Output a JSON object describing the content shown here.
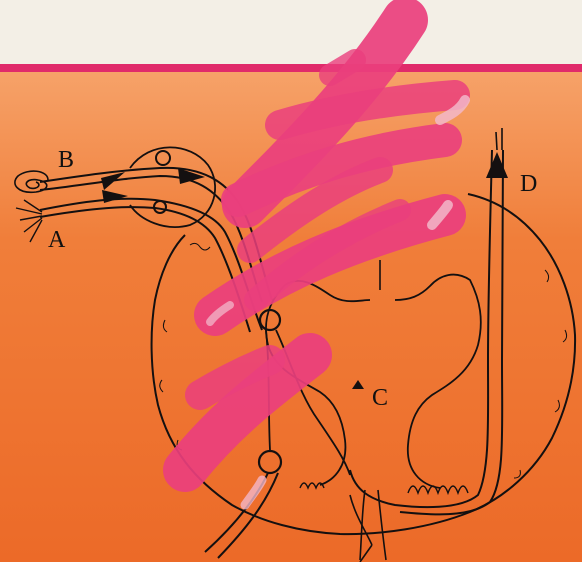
{
  "colors": {
    "top_band": "#f3efe6",
    "rule": "#e02a6a",
    "orange_light": "#f6a36a",
    "orange_mid": "#f07e3a",
    "orange_deep": "#ec6a28",
    "line": "#141010",
    "pink_stroke": "#ea3f7d",
    "pink_highlight": "#f2b7c9"
  },
  "labels": {
    "a": "A",
    "b": "B",
    "c": "C",
    "d": "D"
  },
  "icons": {
    "pointer_b": "arrowhead-right",
    "pointer_a": "arrowhead-right",
    "pointer_d": "arrowhead-up",
    "pointer_c": "triangle-small"
  }
}
